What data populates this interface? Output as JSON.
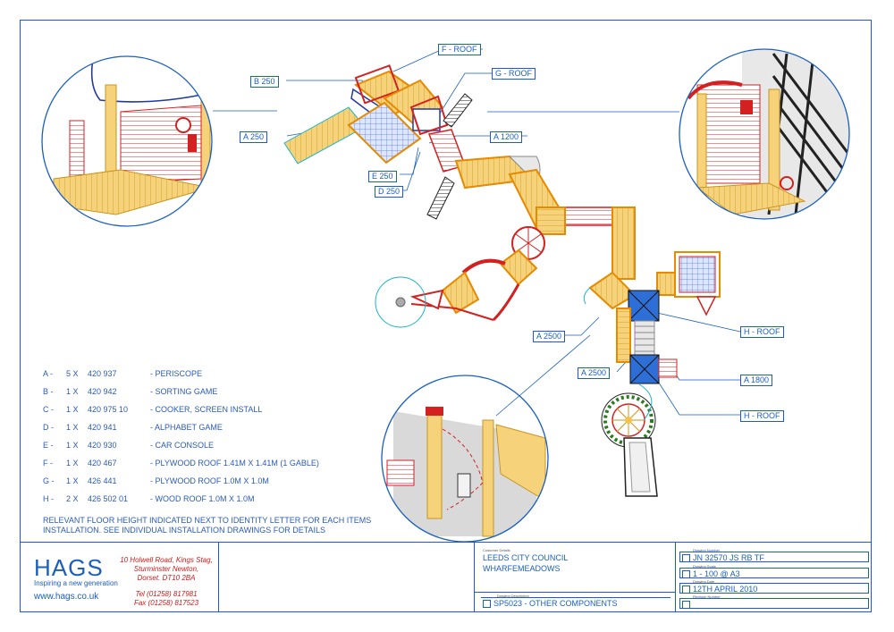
{
  "callouts": {
    "f_roof_top": "F - ROOF",
    "g_roof": "G - ROOF",
    "b250": "B 250",
    "a250": "A 250",
    "a1200": "A 1200",
    "e250": "E 250",
    "d250": "D 250",
    "a2500_1": "A 2500",
    "a2500_2": "A 2500",
    "h_roof_1": "H - ROOF",
    "a1800": "A 1800",
    "h_roof_2": "H - ROOF"
  },
  "legend": [
    {
      "letter": "A -",
      "qty": "5 X",
      "code": "420 937",
      "desc": "- PERISCOPE"
    },
    {
      "letter": "B -",
      "qty": "1 X",
      "code": "420 942",
      "desc": "- SORTING GAME"
    },
    {
      "letter": "C -",
      "qty": "1 X",
      "code": "420 975 10",
      "desc": "- COOKER, SCREEN INSTALL"
    },
    {
      "letter": "D -",
      "qty": "1 X",
      "code": "420 941",
      "desc": "- ALPHABET GAME"
    },
    {
      "letter": "E -",
      "qty": "1 X",
      "code": "420 930",
      "desc": "- CAR CONSOLE"
    },
    {
      "letter": "F -",
      "qty": "1 X",
      "code": "420 467",
      "desc": "- PLYWOOD ROOF 1.41M X 1.41M (1 GABLE)"
    },
    {
      "letter": "G -",
      "qty": "1 X",
      "code": "426 441",
      "desc": "- PLYWOOD ROOF 1.0M X 1.0M"
    },
    {
      "letter": "H -",
      "qty": "2 X",
      "code": "426 502 01",
      "desc": "- WOOD ROOF 1.0M X 1.0M"
    }
  ],
  "note": "RELEVANT FLOOR HEIGHT INDICATED NEXT TO IDENTITY LETTER FOR EACH ITEMS INSTALLATION.  SEE INDIVIDUAL INSTALLATION DRAWINGS FOR DETAILS",
  "title_block": {
    "logo": "HAGS",
    "slogan": "Inspiring a new generation",
    "website": "www.hags.co.uk",
    "address_1": "10 Holwell Road, Kings Stag,",
    "address_2": "Sturminster Newton,",
    "address_3": "Dorset.  DT10 2BA",
    "tel": "Tel (01258) 817981",
    "fax": "Fax (01258) 817523",
    "customer_details_label": "Customer Details",
    "customer_1": "LEEDS CITY COUNCIL",
    "customer_2": "WHARFEMEADOWS",
    "drawing_description_label": "Drawing Description",
    "drawing_description": "SP5023 - OTHER COMPONENTS",
    "drawing_number_label": "Drawing Number",
    "drawing_number": "JN 32570 JS RB TF",
    "drawing_scale_label": "Drawing Scale",
    "drawing_scale": "1 - 100 @ A3",
    "drawing_date_label": "Drawing Date",
    "drawing_date": "12TH APRIL 2010",
    "revision_number_label": "Revision Number",
    "revision_number": ""
  },
  "colors": {
    "frame": "#1a5fc0",
    "deck": "#f2c24a",
    "red_panel": "#d42020",
    "grid_blue": "#5577cc",
    "roof_blue": "#2d6fd6",
    "address_red": "#d01818"
  }
}
